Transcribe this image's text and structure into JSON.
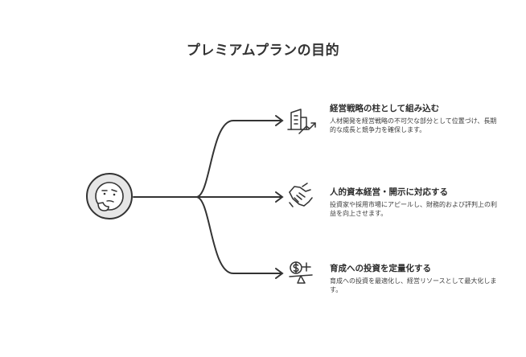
{
  "title": "プレミアムプランの目的",
  "branches": [
    {
      "icon": "building-growth-icon",
      "heading": "経営戦略の柱として組み込む",
      "description": "人材開発を経営戦略の不可欠な部分として位置づけ、長期的な成長と競争力を確保します。"
    },
    {
      "icon": "handshake-icon",
      "heading": "人的資本経営・開示に対応する",
      "description": "投資家や採用市場にアピールし、財務的および評判上の利益を向上させます。"
    },
    {
      "icon": "investment-scale-icon",
      "heading": "育成への投資を定量化する",
      "description": "育成への投資を最適化し、経営リソースとして最大化します。"
    }
  ],
  "colors": {
    "stroke": "#333333",
    "hub_fill": "#e6e6e6"
  }
}
